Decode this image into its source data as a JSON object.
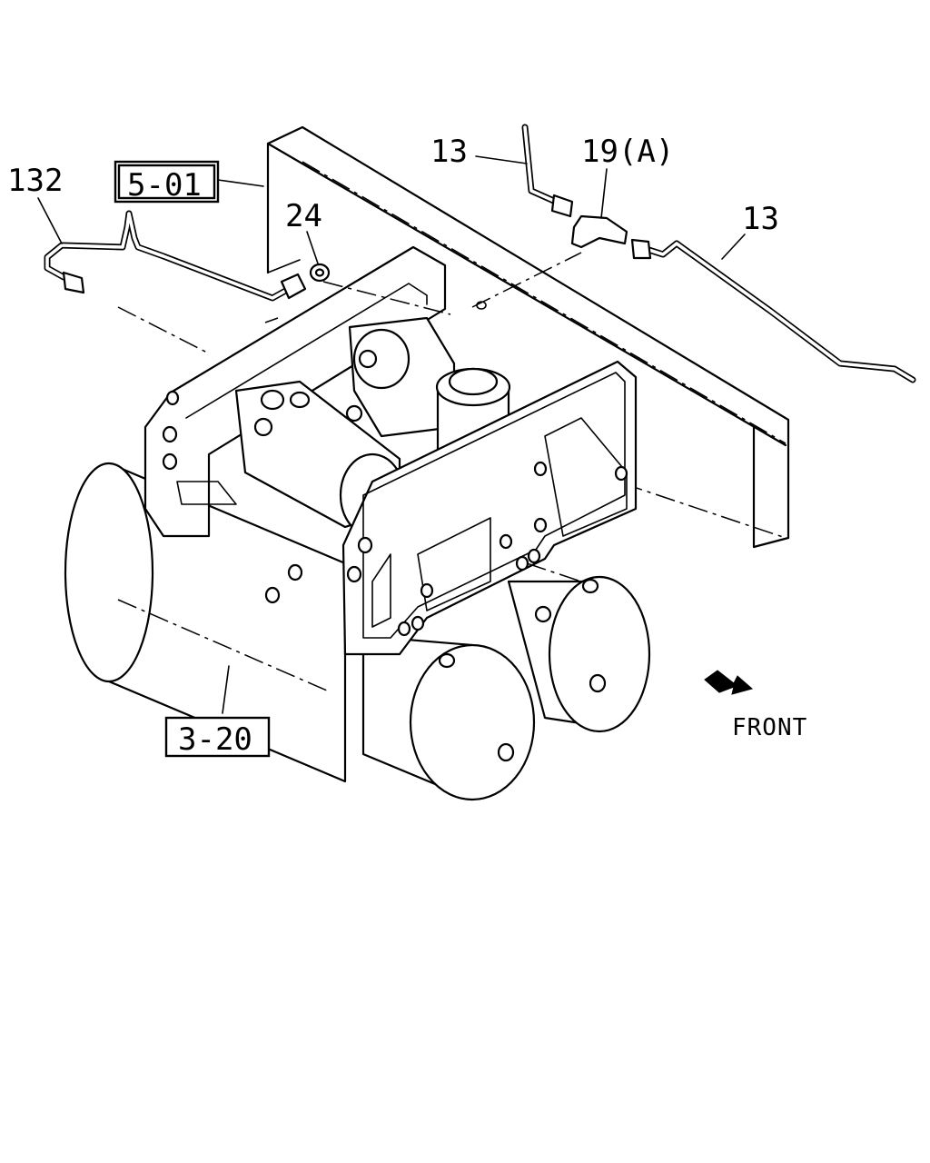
{
  "callouts": {
    "c132": "132",
    "c501": "5-01",
    "c24": "24",
    "c13_top": "13",
    "c19a": "19(A)",
    "c13_right": "13",
    "c320": "3-20"
  },
  "direction": {
    "label": "FRONT"
  }
}
